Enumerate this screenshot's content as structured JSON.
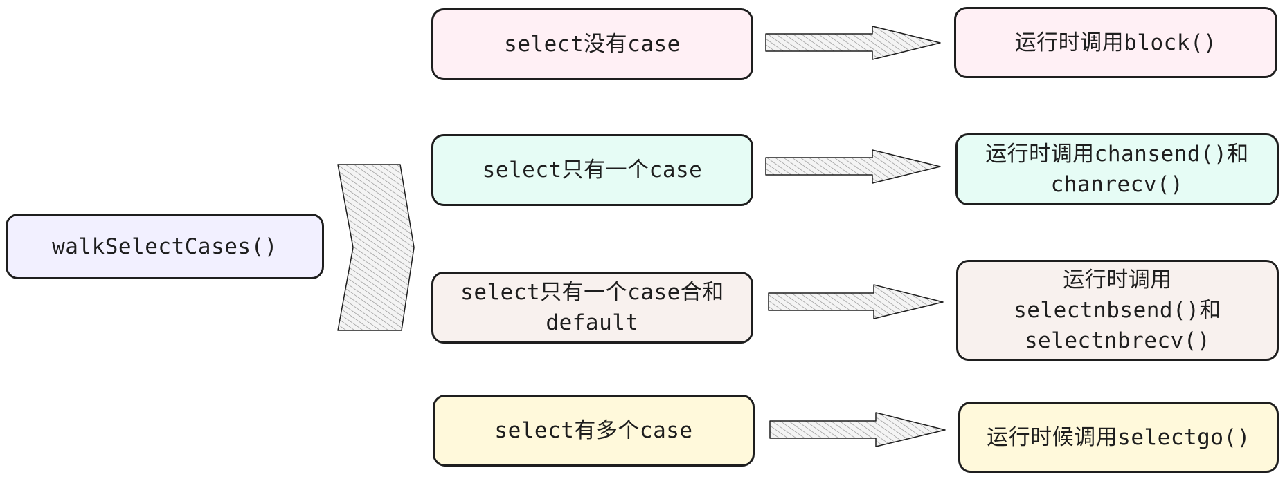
{
  "source": {
    "label": "walkSelectCases()",
    "fill": "#f2f0ff"
  },
  "cases": [
    {
      "condition": "select没有case",
      "result": "运行时调用block()",
      "fill": "#fff0f5"
    },
    {
      "condition": "select只有一个case",
      "result": "运行时调用chansend()和chanrecv()",
      "fill": "#e6fcf5"
    },
    {
      "condition": "select只有一个case合和default",
      "result": "运行时调用selectnbsend()和selectnbrecv()",
      "fill": "#f8f1ee"
    },
    {
      "condition": "select有多个case",
      "result": "运行时候调用selectgo()",
      "fill": "#fff9db"
    }
  ],
  "colors": {
    "stroke": "#1e1e1e",
    "arrow_hatch": "#9a9a9a",
    "arrow_fill": "#f3f3f3"
  }
}
